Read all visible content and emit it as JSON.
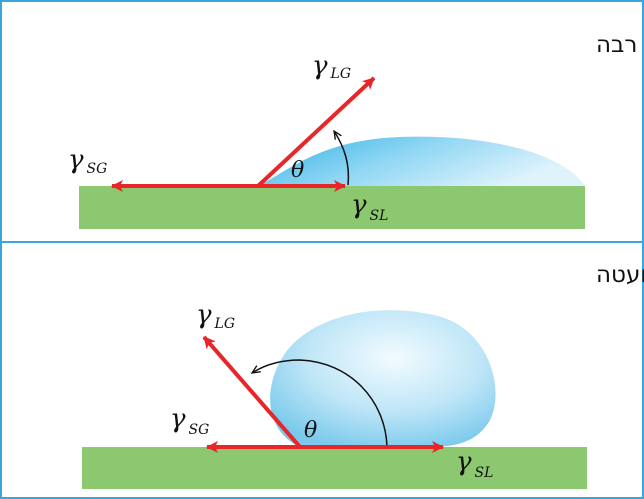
{
  "panels": [
    {
      "title": "הרטבה רבה",
      "labels": {
        "lg": "LG",
        "sg": "SG",
        "sl": "SL"
      },
      "contact_angle_symbol": "θ",
      "gamma_symbol": "γ"
    },
    {
      "title": "הרטבה מועטה",
      "labels": {
        "lg": "LG",
        "sg": "SG",
        "sl": "SL"
      },
      "contact_angle_symbol": "θ",
      "gamma_symbol": "γ"
    }
  ],
  "colors": {
    "frame": "#3aa6dc",
    "surface": "#8cc870",
    "arrow": "#e8262a",
    "droplet_light": "#e6f6fd",
    "droplet_dark": "#34b6e6",
    "arc": "#111111"
  }
}
